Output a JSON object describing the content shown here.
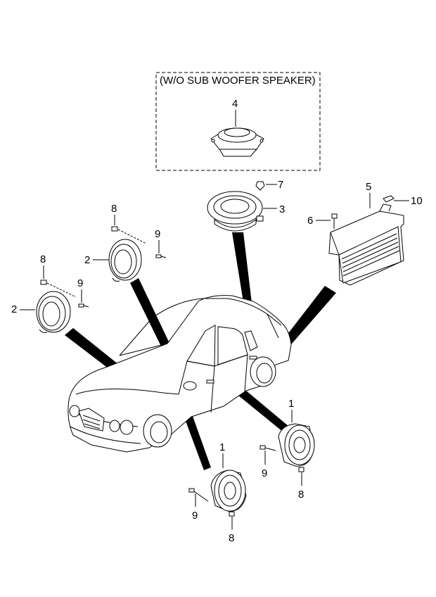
{
  "box_title": "(W/O SUB WOOFER SPEAKER)",
  "callouts": {
    "c4": "4",
    "c7": "7",
    "c3": "3",
    "c5": "5",
    "c10": "10",
    "c6": "6",
    "c8a": "8",
    "c9a": "9",
    "c2a": "2",
    "c8b": "8",
    "c9b": "9",
    "c2b": "2",
    "c1a": "1",
    "c9c": "9",
    "c8c": "8",
    "c1b": "1",
    "c9d": "9",
    "c8d": "8"
  },
  "part_icons": [
    "speaker-icon",
    "woofer-icon",
    "amplifier-icon",
    "screw-icon",
    "clip-icon",
    "bracket-icon",
    "car-icon"
  ]
}
